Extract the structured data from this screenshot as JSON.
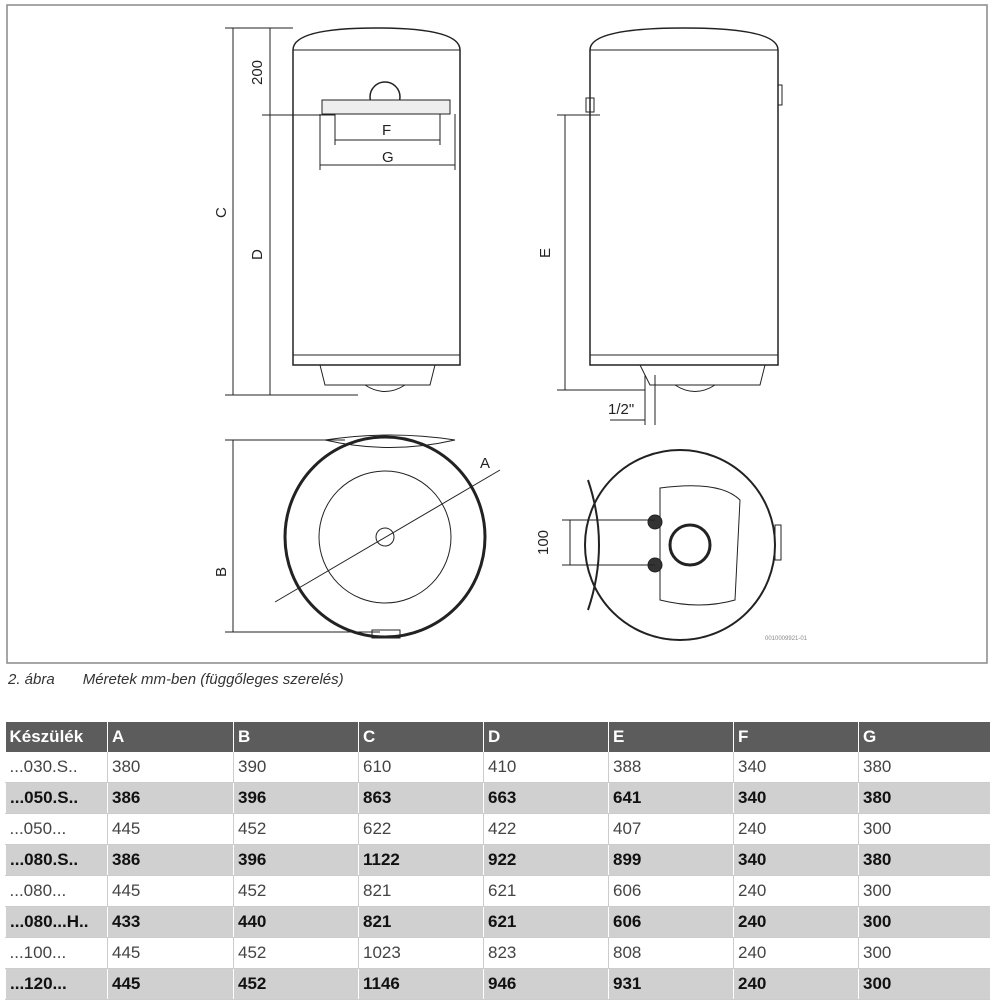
{
  "figure": {
    "labels": {
      "dim_200": "200",
      "C": "C",
      "D": "D",
      "F": "F",
      "G": "G",
      "E": "E",
      "half_inch": "1/2\"",
      "A": "A",
      "B": "B",
      "dim_100": "100"
    },
    "code": "0010009921-01"
  },
  "caption": {
    "number": "2. ábra",
    "text": "Méretek mm-ben (függőleges szerelés)"
  },
  "table": {
    "headers": [
      "Készülék",
      "A",
      "B",
      "C",
      "D",
      "E",
      "F",
      "G"
    ],
    "rows": [
      [
        "...030.S..",
        "380",
        "390",
        "610",
        "410",
        "388",
        "340",
        "380"
      ],
      [
        "...050.S..",
        "386",
        "396",
        "863",
        "663",
        "641",
        "340",
        "380"
      ],
      [
        "...050...",
        "445",
        "452",
        "622",
        "422",
        "407",
        "240",
        "300"
      ],
      [
        "...080.S..",
        "386",
        "396",
        "1122",
        "922",
        "899",
        "340",
        "380"
      ],
      [
        "...080...",
        "445",
        "452",
        "821",
        "621",
        "606",
        "240",
        "300"
      ],
      [
        "...080...H..",
        "433",
        "440",
        "821",
        "621",
        "606",
        "240",
        "300"
      ],
      [
        "...100...",
        "445",
        "452",
        "1023",
        "823",
        "808",
        "240",
        "300"
      ],
      [
        "...120...",
        "445",
        "452",
        "1146",
        "946",
        "931",
        "240",
        "300"
      ]
    ]
  }
}
